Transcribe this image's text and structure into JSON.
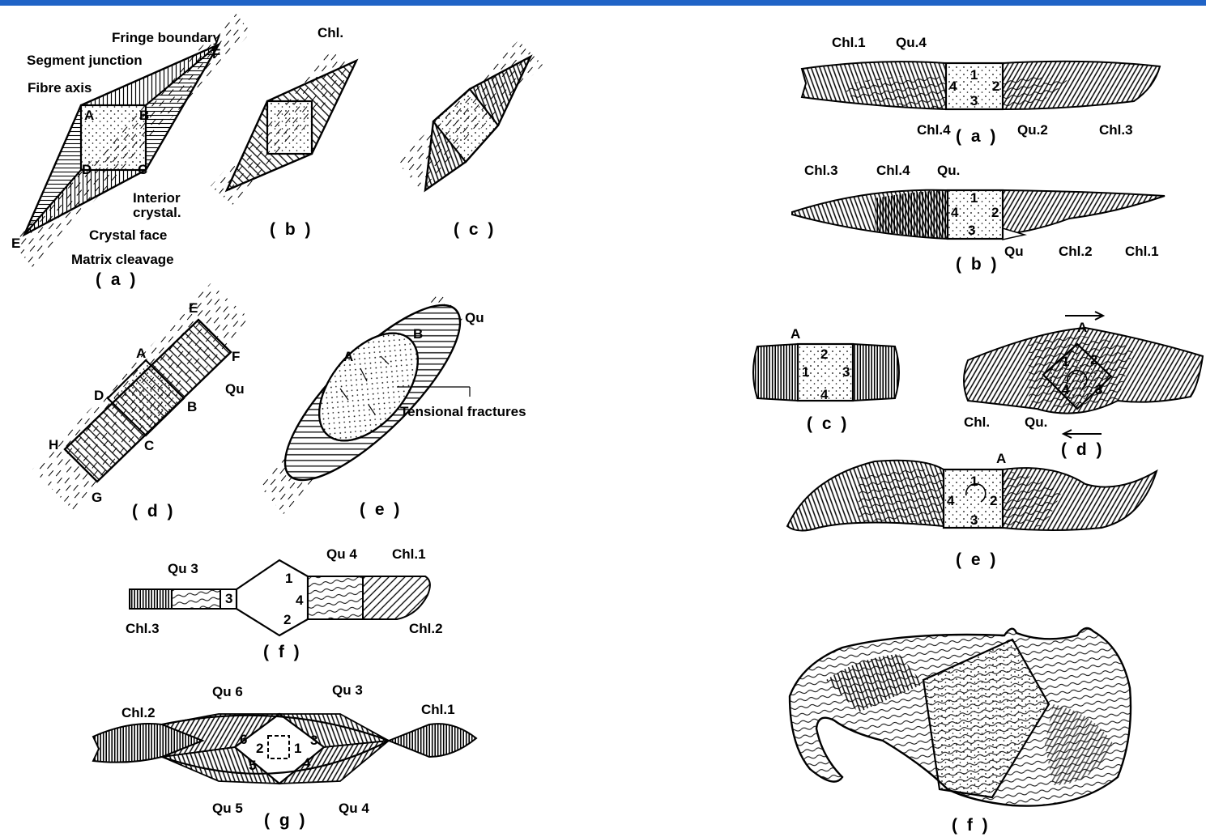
{
  "accent_color": "#1f63c6",
  "left": {
    "a": {
      "caption": "( a )",
      "labels": {
        "fringe_boundary": "Fringe boundary",
        "segment_junction": "Segment junction",
        "fibre_axis": "Fibre axis",
        "interior_crystal_1": "Interior",
        "interior_crystal_2": "crystal.",
        "crystal_face": "Crystal face",
        "matrix_cleavage": "Matrix cleavage",
        "A": "A",
        "B": "B",
        "C": "C",
        "D": "D",
        "E": "E",
        "F": "F"
      }
    },
    "b": {
      "caption": "( b )",
      "chl": "Chl."
    },
    "c": {
      "caption": "( c )"
    },
    "d": {
      "caption": "( d )",
      "labels": {
        "A": "A",
        "B": "B",
        "C": "C",
        "D": "D",
        "E": "E",
        "F": "F",
        "G": "G",
        "H": "H",
        "qu": "Qu"
      }
    },
    "e": {
      "caption": "( e )",
      "labels": {
        "A": "A",
        "B": "B",
        "qu": "Qu",
        "tensional": "Tensional fractures"
      }
    },
    "f": {
      "caption": "( f )",
      "labels": {
        "qu3": "Qu 3",
        "qu4": "Qu 4",
        "chl1": "Chl.1",
        "chl2": "Chl.2",
        "chl3": "Chl.3",
        "n1": "1",
        "n2": "2",
        "n3": "3",
        "n4": "4"
      }
    },
    "g": {
      "caption": "( g )",
      "labels": {
        "qu6": "Qu 6",
        "qu3": "Qu 3",
        "qu5": "Qu 5",
        "qu4": "Qu 4",
        "chl1": "Chl.1",
        "chl2": "Chl.2",
        "n1": "1",
        "n2": "2",
        "n3": "3",
        "n4": "4",
        "n5": "5",
        "n6": "6"
      }
    }
  },
  "right": {
    "a": {
      "caption": "( a )",
      "labels": {
        "chl1": "Chl.1",
        "qu4": "Qu.4",
        "chl4": "Chl.4",
        "qu2": "Qu.2",
        "chl3": "Chl.3",
        "n1": "1",
        "n2": "2",
        "n3": "3",
        "n4": "4"
      }
    },
    "b": {
      "caption": "( b )",
      "labels": {
        "chl3": "Chl.3",
        "chl4": "Chl.4",
        "qu_top": "Qu.",
        "qu_bottom": "Qu",
        "chl2": "Chl.2",
        "chl1": "Chl.1",
        "n1": "1",
        "n2": "2",
        "n3": "3",
        "n4": "4"
      }
    },
    "c": {
      "caption": "( c )",
      "labels": {
        "A": "A",
        "n1": "1",
        "n2": "2",
        "n3": "3",
        "n4": "4"
      }
    },
    "d": {
      "caption": "( d )",
      "labels": {
        "A": "A",
        "chl": "Chl.",
        "qu": "Qu.",
        "n1": "1",
        "n2": "2",
        "n3": "3",
        "n4": "4"
      }
    },
    "e": {
      "caption": "( e )",
      "labels": {
        "A": "A",
        "n1": "1",
        "n2": "2",
        "n3": "3",
        "n4": "4"
      }
    },
    "f": {
      "caption": "( f )"
    }
  }
}
